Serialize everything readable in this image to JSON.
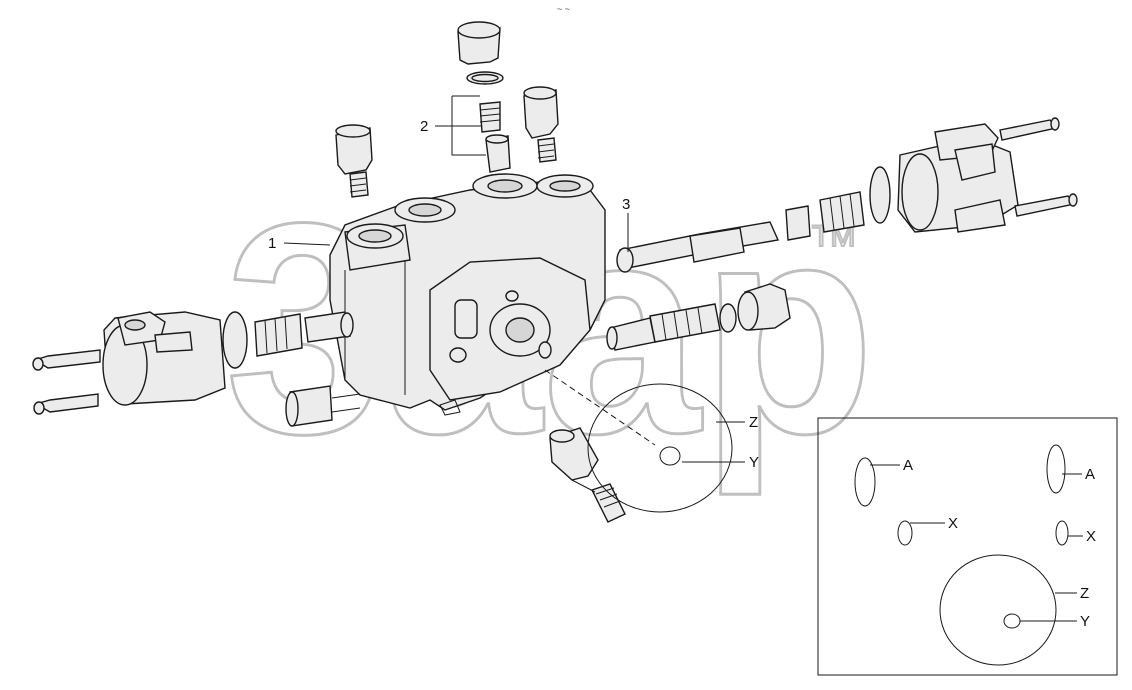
{
  "watermark": {
    "text": "3aap",
    "tm": "TM"
  },
  "top_mark": "~ ~",
  "callouts": {
    "label_1": "1",
    "label_2": "2",
    "label_3": "3",
    "label_z": "Z",
    "label_y": "Y"
  },
  "inset": {
    "a_left": "A",
    "a_right": "A",
    "x_left": "X",
    "x_right": "X",
    "z": "Z",
    "y": "Y"
  },
  "colors": {
    "line": "#1a1a1a",
    "fill": "#ececec",
    "watermark_stroke": "#b9b9b9"
  }
}
